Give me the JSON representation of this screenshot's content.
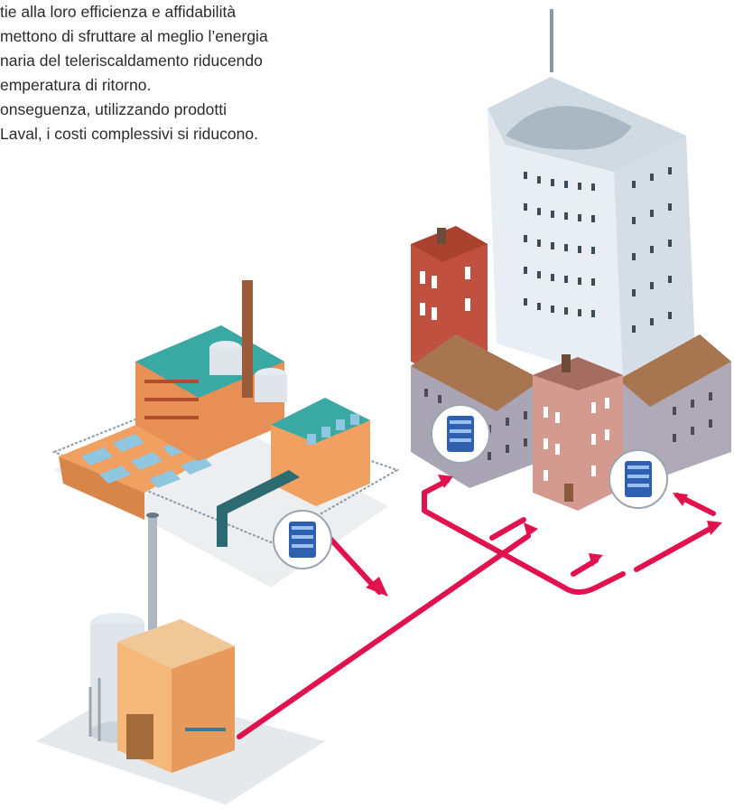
{
  "text": {
    "lines": [
      "tie alla loro efficienza e affidabilità",
      "mettono di sfruttare al meglio l’energia",
      "naria del teleriscaldamento riducendo",
      "emperatura di ritorno.",
      "onseguenza, utilizzando prodotti",
      "Laval, i costi complessivi si riducono."
    ]
  },
  "colors": {
    "pipe_arrow": "#e0134e",
    "exchanger_blue": "#2f5fb0",
    "brick_red": "#c0503f",
    "plaster_orange": "#f0a060",
    "roof_teal": "#3aa9a4",
    "roof_brown": "#a77550",
    "tower_white": "#eef3f7"
  },
  "scene": {
    "description_items": [
      "factory-with-chimney",
      "boiler-house-with-tank",
      "residential-blocks",
      "high-rise-tower",
      "heat-exchanger-badges",
      "district-heating-pipes"
    ]
  }
}
